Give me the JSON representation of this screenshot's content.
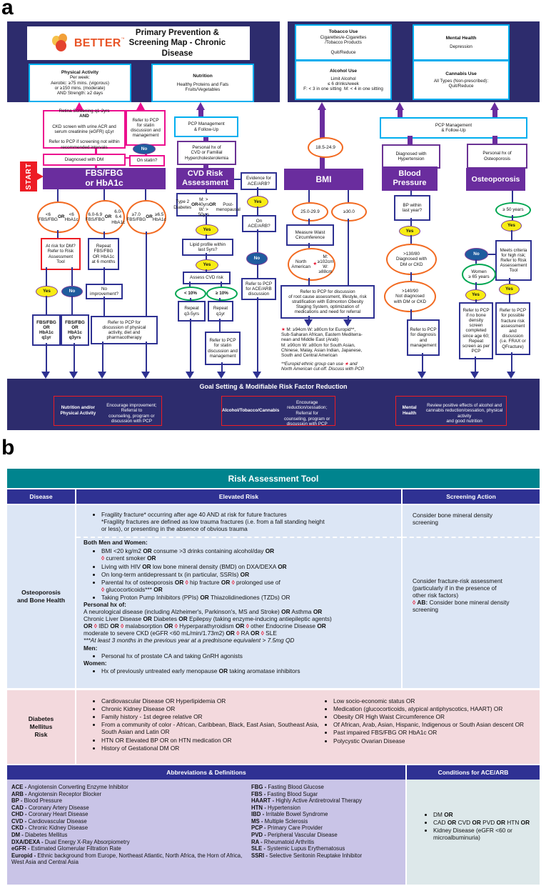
{
  "a": {
    "label": "a",
    "brand": "BETTER",
    "tm": "™",
    "title": "Primary Prevention &\nScreening Map - Chronic\nDisease",
    "yes": "Yes",
    "no": "No",
    "top_boxes": {
      "pa_title": "Physical Activity",
      "pa_body": "Per week:\nAerobic: ≥75 mins. (vigorous)\nor ≥150 mins. (moderate)\nAND Strength: ≥2 days",
      "nut_title": "Nutrition",
      "nut_body": "Healthy Proteins and Fats\nFruits/Vegetables",
      "tob_title": "Tobacco Use",
      "tob_body": "Cigarettes/e-Cigarettes\n/Tobacco Products\n\nQuit/Reduce",
      "mh_title": "Mental Health",
      "mh_body": "Depression",
      "alc_title": "Alcohol Use",
      "alc_body": "Limit Alcohol\n≤ 6 drinks/week\nF: < 3 in one sitting  M: < 4 in one sitting",
      "can_title": "Cannabis Use",
      "can_body": "All Types (Non-prescribed):\nQuit/Reduce"
    },
    "nodes": {
      "retina": "Retina Screening q1-2yrs __AND__\nCKD screen with urine ACR and\nserum creatinine (eGFR) q1yr\n\nRefer to PCP if screening not within\nrecommended intervals",
      "refer_statin": "Refer to PCP\nfor statin\ndiscussion and\nmanagement",
      "dx_dm": "Diagnosed with DM",
      "on_statin": "On statin?",
      "start": "START",
      "hdr1": "FBS/FBG\nor HbA1c",
      "oval1a": "<6 FBS/FBG\n__OR__ <6 HbA1c",
      "oval1b": "6.0-6.9\nFBS/FBG\n__OR__ 6.0-6.4\nHbA1c",
      "oval1c": "≥7.0\nFBS/FBG\n__OR__ ≥6.5\nHbA1c",
      "at_risk": "At risk for DM?\nRefer to Risk\nAssessment\nTool",
      "repeat6": "Repeat\nFBS/FBG\nOR HbA1c\nat 6 months",
      "no_improve": "No\nimprovement?",
      "fbs_q1": "FBS/FBG\nOR\nHbA1c\nq1yr",
      "fbs_q3": "FBS/FBG\nOR\nHbA1c\nq3yrs",
      "refer_pcp1": "Refer to PCP for\ndiscussion of physical\nactivity, diet and\npharmacotherapy",
      "pcp_mgmt": "PCP Management\n& Follow-Up",
      "personal_cvd": "Personal hx of\nCVD or Familial\nHypercholesterolemia",
      "hdr2": "CVD Risk\nAssessment",
      "evidence_ace": "Evidence for\nACE/ARB?",
      "type2": "Type 2 Diabetes __OR__\nM: > 40yrs\nW: > 50yrs __OR__\nPost-menopausal",
      "lipid": "Lipid profile within\nlast 5yrs?",
      "on_ace": "On\nACE/ARB?",
      "assess": "Assess CVD risk",
      "lt10": "< 10%",
      "ge10": "≥ 10%",
      "rep35": "Repeat\nq3-5yrs",
      "rep1": "Repeat\nq1yr",
      "refer_ace": "Refer to PCP\nfor ACE/ARB\ndiscussion",
      "oval_185": "18.5-24.9",
      "hdr3": "BMI",
      "oval_2529": "25.0-29.9",
      "oval_30": "≥30.0",
      "measure_waist": "Measure Waist\nCircumference",
      "north_am": "North American\n★ M: ≥102cm\nW: ≥88cm",
      "root_cause": "Refer to PCP for discussion\nof root cause assessment, lifestyle, risk\nstratification with Edmonton Obesity\nStaging System, optimization of\nmedications and need for referral",
      "waist_note": "★ M: ≥94cm W: ≥80cm for Europid**,\nSub-Saharan African, Eastern Mediterra-\nnean and Middle East (Arab)\nM: ≥90cm W: ≥80cm for South Asian,\nChinese, Malay, Asian Indian, Japanese,\nSouth and Central American",
      "europid_note": "**Europid ethnic group can use ★ and\nNorth American cut-off. Discuss with PCP.",
      "dx_htn": "Diagnosed with\nHypertension",
      "hdr4": "Blood\nPressure",
      "bp_year": "BP within\nlast year?",
      "oval_13080": ">130/80\nDiagnosed with\nDM or CKD",
      "oval_14090": ">140/90\nNot diagnosed\nwith DM or CKD",
      "refer_dx": "Refer to PCP\nfor diagnosis\nand\nmanagement",
      "personal_osteo": "Personal hx of\nOsteoporosis",
      "hdr5": "Osteoporosis",
      "ge50": "≥ 50 years",
      "women65": "Women\n≥ 65 years",
      "meets": "Meets criteria\nfor high risk;\nRefer to Risk\nAssessement\nTool",
      "refer_bone": "Refer to PCP\nif no bone\ndensity\nscreen\ncompleted\nsince age 60;\nRepeat\nscreen as per\nPCP",
      "refer_frax": "Refer to PCP\nfor possible\nfracture risk\nassessment\nand\ndiscussion\n(i.e. FRAX or\nQFracture)"
    },
    "goal": {
      "title": "Goal Setting & Modifiable Risk Factor Reduction",
      "box1": "__Nutrition and/or Physical Activity__\nEncourage improvement; Referral to\ncounseling, program or discussion with PCP",
      "box2": "__Alcohol/Tobacco/Cannabis__\nEncourage reduction/cessation; Referral for\ncounseling, program or discussion with PCP",
      "box3": "__Mental Health__\nReview positive effects of alcohol and\ncannabis reduction/cessation, physical activity\nand good nutrition"
    }
  },
  "b": {
    "label": "b",
    "title": "Risk Assessment Tool",
    "headers": {
      "disease": "Disease",
      "risk": "Elevated Risk",
      "action": "Screening Action"
    },
    "osteo": {
      "disease": "Osteoporosis\nand Bone Health",
      "row1_bullet": "Fragility fracture* occurring after age 40 AND at risk for future fractures\n*Fragility fractures are defined as low trauma fractures (i.e. from a fall standing height\nor less), or presenting in the absence of obvious trauma",
      "row1_action": "Consider bone mineral density\nscreening",
      "both_heading": "Both Men and Women:",
      "both_bullets": [
        "BMI <20 kg/m2 __OR__ consume >3 drinks containing alcohol/day __OR__\n◊ current smoker __OR__",
        "Living with HIV __OR__ low bone mineral density (BMD) on DXA/DEXA __OR__",
        "On long-term antidepressant tx (in particular, SSRIs) __OR__",
        "Parental hx of osteoporosis __OR__ ◊ hip fracture __OR__ ◊ prolonged use of\n◊ glucocorticoids*** __OR__",
        "Taking Proton Pump Inhibitors (PPIs) __OR__ Thiazolidinediones (TZDs) OR"
      ],
      "personal_heading": "Personal hx of:",
      "personal_text": "A neurological disease (including Alzheimer's, Parkinson's, MS and Stroke) __OR__ Asthma __OR__\nChronic Liver Disease __OR__ Diabetes __OR__ Epilepsy (taking enzyme-inducing antiepileptic agents)\n__OR__ ◊ IBD __OR__ ◊ malabsorption __OR__ ◊ Hyperparathyroidism __OR__ ◊ other Endocrine Disease __OR__\nmoderate to severe CKD (eGFR <60 mL/min/1.73m2) __OR__ ◊ RA __OR__ ◊ SLE",
      "prednisone_note": "***At least 3 months in the previous year at a prednisone equivalent > 7.5mg QD",
      "men_heading": "Men:",
      "men_bullets": [
        "Personal hx of prostate CA and taking GnRH agonists"
      ],
      "women_heading": "Women:",
      "women_bullets": [
        "Hx of previously untreated early menopause __OR__ taking aromatase inhibitors"
      ],
      "row2_action": "Consider fracture-risk assessment\n(particularly if in the presence of\nother risk factors)\n◊ __AB:__ Consider bone mineral density\nscreening"
    },
    "diabetes": {
      "disease": "Diabetes\nMellitus\nRisk",
      "left_bullets": [
        "Cardiovascular Disease OR Hyperlipidemia OR",
        "Chronic Kidney Disease OR",
        "Family history - 1st degree relative OR",
        "From a community of color - African, Caribbean, Black, East Asian, Southeast Asia, South Asian and Latin OR",
        "HTN OR Elevated BP OR on HTN medication OR",
        "History of Gestational DM OR"
      ],
      "right_bullets": [
        "Low socio-economic status OR",
        "Medication (glucocorticoids, atypical antiphyscotics, HAART) OR",
        "Obesity OR High Waist Circumference OR",
        "Of African, Arab, Asian, Hispanic, Indigenous or South Asian descent OR",
        "Past impaired FBS/FBG OR HbA1c OR",
        "Polycystic Ovarian Disease"
      ]
    },
    "abbrev": {
      "title": "Abbreviations & Definitions",
      "left": [
        "__ACE -__ Angiotensin Converting Enzyme Inhibitor",
        "__ARB -__ Angiotensin Receptor Blocker",
        "__BP -__ Blood Pressure",
        "__CAD -__ Coronary Artery Disease",
        "__CHD -__ Coronary Heart Disease",
        "__CVD -__ Cardiovascular Disease",
        "__CKD -__ Chronic Kidney Disease",
        "__DM -__ Diabetes Mellitus",
        "__DXA/DEXA -__ Dual Energy X-Ray Absorpiometry",
        "__eGFR -__ Estimated Glomerular Filtration Rate",
        "__Europid -__ Ethnic background from Europe, Northeast Atlantic, North Africa, the Horn of Africa, West Asia and Central Asia"
      ],
      "right": [
        "__FBG -__ Fasting Blood Glucose",
        "__FBS -__ Fasting Blood Sugar",
        "__HAART -__ Highly Active Antiretroviral Therapy",
        "__HTN -__ Hypertension",
        "__IBD -__ Irritable Bowel Syndrome",
        "__MS -__ Multiple Sclerosis",
        "__PCP -__ Primary Care Provider",
        "__PVD -__ Peripheral Vascular Disease",
        "__RA -__ Rheumatoid Arthritis",
        "__SLE -__ Systemic Lupus Erythematosus",
        "__SSRI -__ Selective Seritonin Reuptake Inhibitor"
      ]
    },
    "ace": {
      "title": "Conditions for ACE/ARB",
      "bullets": [
        "DM __OR__",
        "CAD __OR__ CVD __OR__ PVD __OR__ HTN __OR__",
        "Kidney Disease (eGFR <60 or\nmicroalbuminuria)"
      ]
    }
  }
}
